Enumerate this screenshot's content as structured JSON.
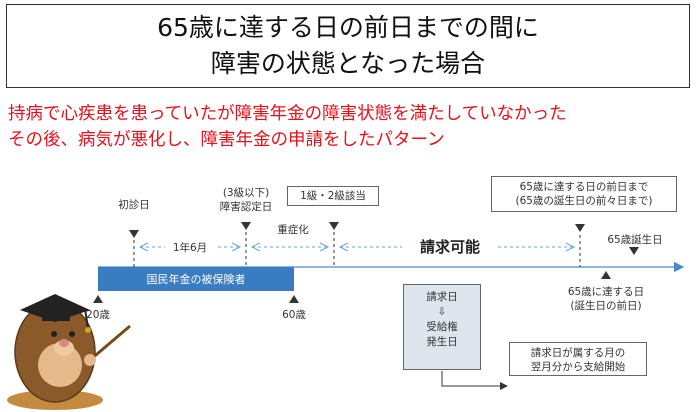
{
  "title": {
    "line1": "65歳に達する日の前日までの間に",
    "line2": "障害の状態となった場合"
  },
  "description": {
    "line1": "持病で心疾患を患っていたが障害年金の障害状態を満たしていなかった",
    "line2": "その後、病気が悪化し、障害年金の申請をしたパターン"
  },
  "labels": {
    "first_visit": "初診日",
    "grade_top": "(3級以下)",
    "grade_bottom": "障害認定日",
    "grade_box": "1級・2級該当",
    "deadline_line1": "65歳に達する日の前日まで",
    "deadline_line2": "(65歳の誕生日の前々日まで)",
    "one_year_six": "1年6月",
    "worsened": "重症化",
    "claimable": "請求可能",
    "birthday65": "65歳誕生日",
    "insured_bar": "国民年金の被保険者",
    "age20": "20歳",
    "age60": "60歳",
    "claim_day": "請求日",
    "down_arrow": "⇩",
    "entitlement_line1": "受給権",
    "entitlement_line2": "発生日",
    "reach65_line1": "65歳に達する日",
    "reach65_line2": "(誕生日の前日)",
    "payment_line1": "請求日が属する月の",
    "payment_line2": "翌月分から支給開始"
  },
  "colors": {
    "accent_red": "#e8101b",
    "bar_blue": "#3a7cc1",
    "timeline_blue": "#4a8ac9",
    "gray_box": "#dfe5ec"
  }
}
